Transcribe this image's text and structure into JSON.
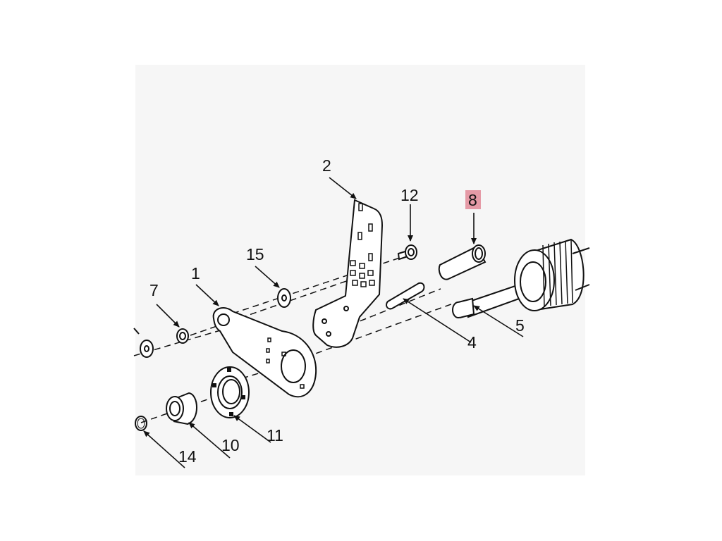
{
  "diagram": {
    "callouts": [
      {
        "id": "1",
        "label": "1",
        "highlighted": false
      },
      {
        "id": "2",
        "label": "2",
        "highlighted": false
      },
      {
        "id": "4",
        "label": "4",
        "highlighted": false
      },
      {
        "id": "5",
        "label": "5",
        "highlighted": false
      },
      {
        "id": "7",
        "label": "7",
        "highlighted": false
      },
      {
        "id": "8",
        "label": "8",
        "highlighted": true
      },
      {
        "id": "10",
        "label": "10",
        "highlighted": false
      },
      {
        "id": "11",
        "label": "11",
        "highlighted": false
      },
      {
        "id": "12",
        "label": "12",
        "highlighted": false
      },
      {
        "id": "14",
        "label": "14",
        "highlighted": false
      },
      {
        "id": "15",
        "label": "15",
        "highlighted": false
      }
    ],
    "colors": {
      "line": "#111111",
      "background": "#f6f6f6",
      "highlight": "#e59aa6"
    }
  }
}
